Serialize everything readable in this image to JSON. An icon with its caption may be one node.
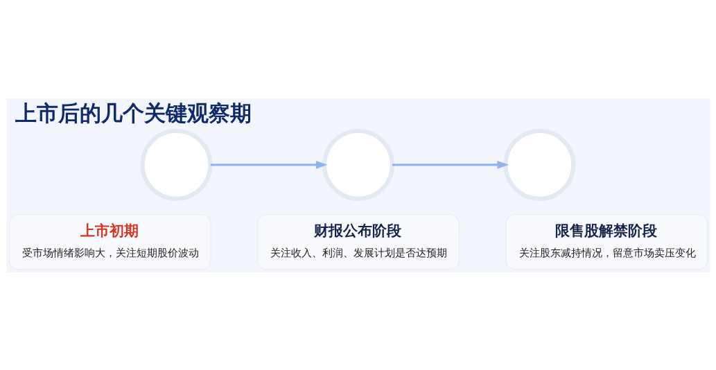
{
  "diagram": {
    "title": "上市后的几个关键观察期",
    "nodes": [
      {
        "text": [],
        "shape": "circle"
      },
      {
        "text": [],
        "shape": "circle"
      },
      {
        "text": [],
        "shape": "circle"
      },
      {
        "text": [
          "上市初期",
          "受市场情绪影响大，关注短期股价波动"
        ]
      },
      {
        "text": [
          "财报公布阶段",
          "关注收入、利润、发展计划是否达预期"
        ]
      },
      {
        "text": [
          "限售股解禁阶段",
          "关注股东减持情况，留意市场卖压变化"
        ]
      }
    ],
    "edges": [
      {
        "from": 0,
        "to": 1,
        "arrow": "to",
        "color": "#8fb4f0"
      },
      {
        "from": 1,
        "to": 2,
        "arrow": "to",
        "color": "#8fb4f0"
      }
    ]
  }
}
